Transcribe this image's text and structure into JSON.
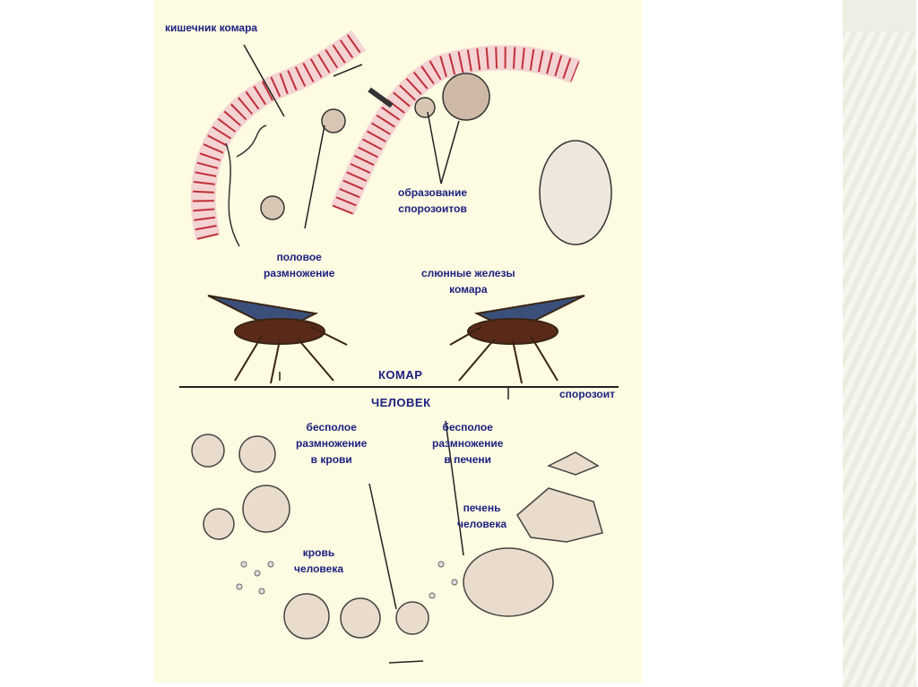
{
  "diagram": {
    "labels": {
      "mosquito_gut": "кишечник комара",
      "sporozoite_formation": [
        "образование",
        "спорозоитов"
      ],
      "sexual_reproduction": [
        "половое",
        "размножение"
      ],
      "salivary_glands": [
        "слюнные железы",
        "комара"
      ],
      "mosquito": "КОМАР",
      "human": "ЧЕЛОВЕК",
      "sporozoite": "спорозоит",
      "asexual_blood": [
        "бесполое",
        "размножение",
        "в крови"
      ],
      "asexual_liver": [
        "бесполое",
        "размножение",
        "в печени"
      ],
      "human_liver": [
        "печень",
        "человека"
      ],
      "human_blood": [
        "кровь",
        "человека"
      ]
    },
    "colors": {
      "label": "#1c2180",
      "gut": "#c0303a",
      "background": "#fdfbe1"
    }
  }
}
